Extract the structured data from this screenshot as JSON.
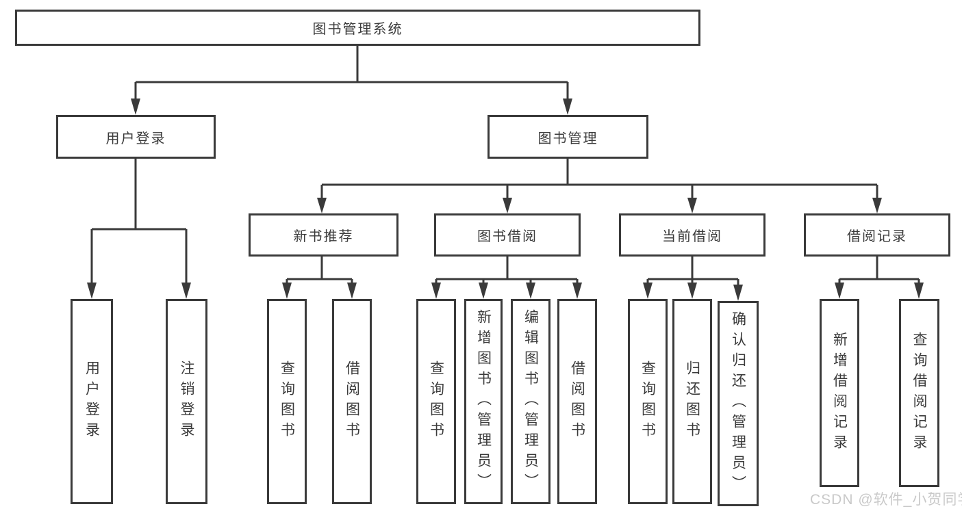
{
  "tree": {
    "label": "图书管理系统",
    "children": [
      {
        "label": "用户登录",
        "children": [
          {
            "label": "用户登录"
          },
          {
            "label": "注销登录"
          }
        ]
      },
      {
        "label": "图书管理",
        "children": [
          {
            "label": "新书推荐",
            "children": [
              {
                "label": "查询图书"
              },
              {
                "label": "借阅图书"
              }
            ]
          },
          {
            "label": "图书借阅",
            "children": [
              {
                "label": "查询图书"
              },
              {
                "label": "新增图书（管理员）"
              },
              {
                "label": "编辑图书（管理员）"
              },
              {
                "label": "借阅图书"
              }
            ]
          },
          {
            "label": "当前借阅",
            "children": [
              {
                "label": "查询图书"
              },
              {
                "label": "归还图书"
              },
              {
                "label": "确认归还（管理员）"
              }
            ]
          },
          {
            "label": "借阅记录",
            "children": [
              {
                "label": "新增借阅记录"
              },
              {
                "label": "查询借阅记录"
              }
            ]
          }
        ]
      }
    ]
  },
  "watermark": "CSDN @软件_小贺同学",
  "colors": {
    "line": "#3a3a3a",
    "text": "#3b3b3b",
    "watermark": "#c9c9c9",
    "background": "#ffffff"
  }
}
